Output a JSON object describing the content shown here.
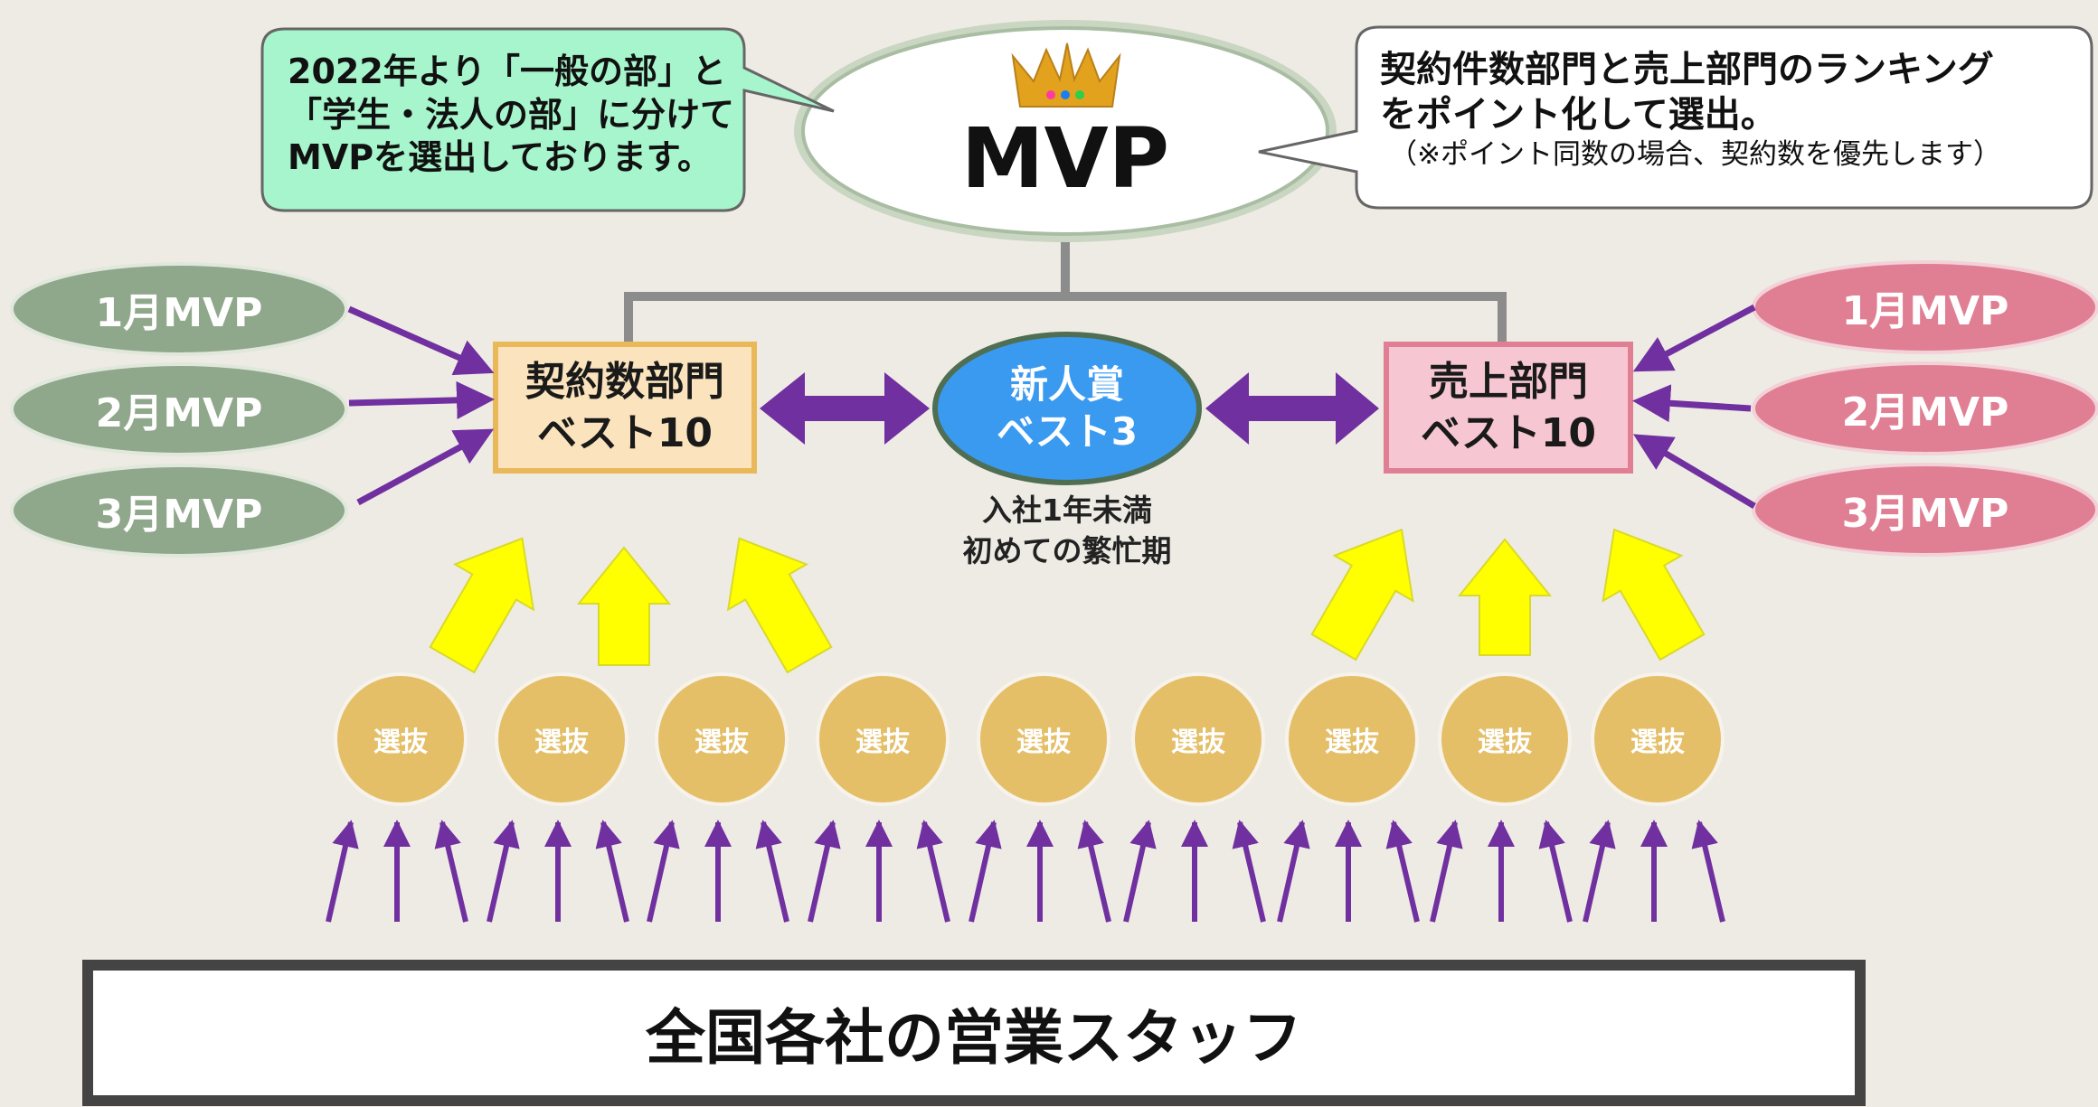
{
  "top": {
    "title": "MVP",
    "crown_icon": "crown-icon"
  },
  "callout_left": {
    "lines": [
      "2022年より「一般の部」と",
      "「学生・法人の部」に分けて",
      "MVPを選出しております。"
    ]
  },
  "callout_right": {
    "line1": "契約件数部門と売上部門のランキング",
    "line2": "をポイント化して選出。",
    "note": "（※ポイント同数の場合、契約数を優先します）"
  },
  "months_left": [
    "1月MVP",
    "2月MVP",
    "3月MVP"
  ],
  "months_right": [
    "1月MVP",
    "2月MVP",
    "3月MVP"
  ],
  "contract_box": {
    "line1": "契約数部門",
    "line2": "ベスト10"
  },
  "sales_box": {
    "line1": "売上部門",
    "line2": "ベスト10"
  },
  "rookie": {
    "line1": "新人賞",
    "line2": "ベスト3",
    "note1": "入社1年未満",
    "note2": "初めての繁忙期"
  },
  "select_label": "選抜",
  "bottom": {
    "title": "全国各社の営業スタッフ"
  },
  "colors": {
    "background": "#eeebe4",
    "green_ellipse": "#8fa78a",
    "pink_ellipse": "#e07f93",
    "contract_box": "#fbe4bd",
    "contract_border": "#e8b859",
    "sales_box": "#f6c7d2",
    "sales_border": "#e07f93",
    "rookie": "#3a9af0",
    "select_circle": "#e4bf68",
    "purple_arrow": "#7030a0",
    "yellow_arrow": "#ffff00",
    "callout_green": "#a6f5cc"
  }
}
